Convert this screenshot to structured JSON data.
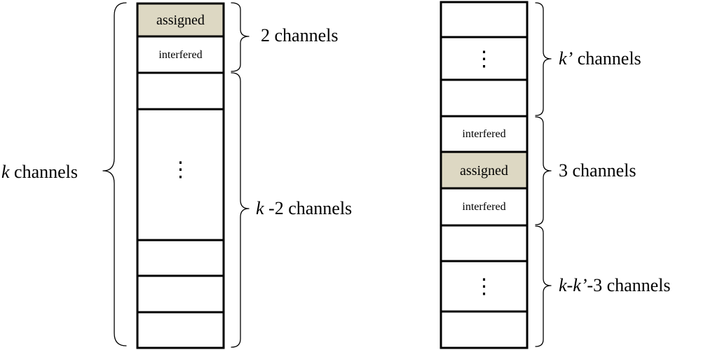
{
  "colors": {
    "assigned_fill": "#DDD8C3",
    "stroke": "#000000",
    "background": "#FFFFFF"
  },
  "left_column": {
    "cells": {
      "assigned": "assigned",
      "interfered": "interfered",
      "ellipsis": "⋮"
    },
    "labels": {
      "k_total": {
        "var": "k",
        "text": " channels"
      },
      "two": {
        "var": "",
        "text": "2 channels"
      },
      "k_minus_2": {
        "var": "k",
        "text": " -2 channels"
      }
    }
  },
  "right_column": {
    "cells": {
      "ellipsis_top": "⋮",
      "interfered_upper": "interfered",
      "assigned": "assigned",
      "interfered_lower": "interfered",
      "ellipsis_bottom": "⋮"
    },
    "labels": {
      "k_prime": {
        "var": "k’",
        "text": " channels"
      },
      "three": {
        "var": "",
        "text": "3 channels"
      },
      "k_k_prime_3": {
        "var": "k-k’",
        "text": "-3 channels"
      }
    }
  }
}
